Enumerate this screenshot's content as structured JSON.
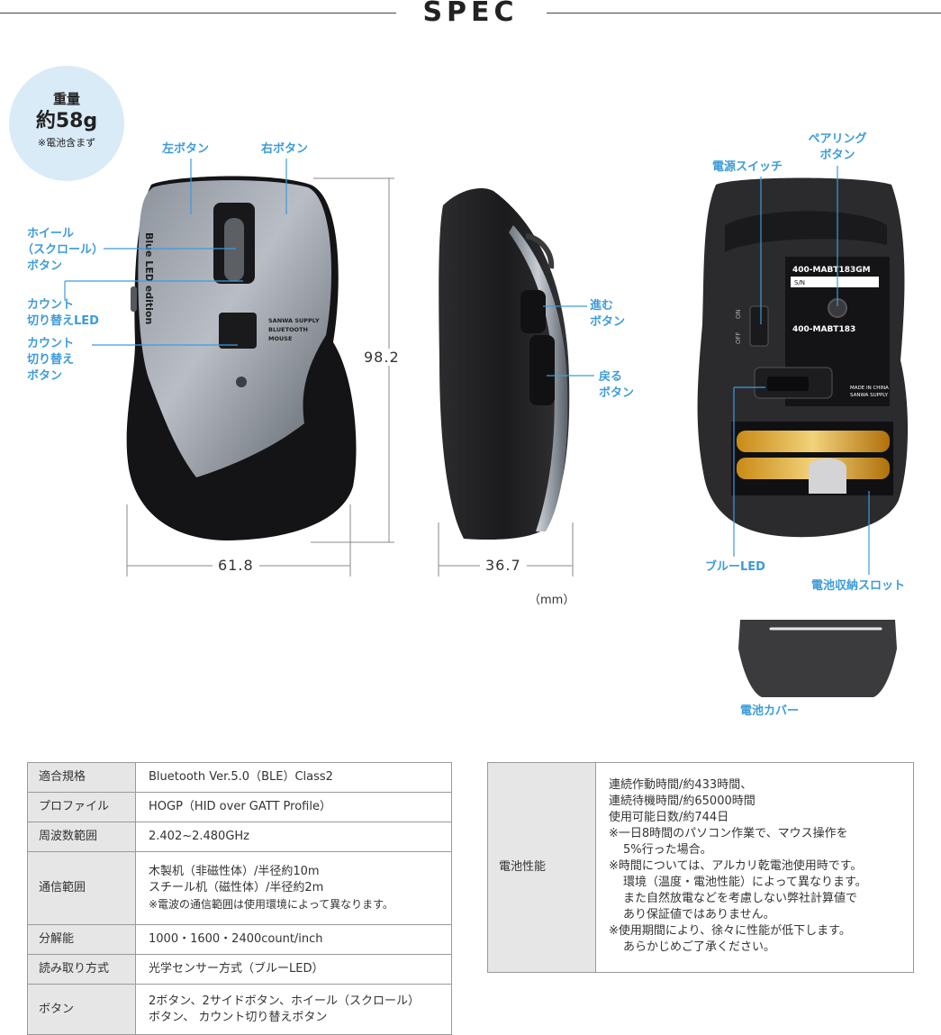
{
  "header": {
    "title": "SPEC"
  },
  "weight": {
    "label": "重量",
    "value": "約58g",
    "note": "※電池含まず"
  },
  "labels": {
    "left_button": "左ボタン",
    "right_button": "右ボタン",
    "wheel": [
      "ホイール",
      "（スクロール）",
      "ボタン"
    ],
    "count_led": [
      "カウント",
      "切り替えLED"
    ],
    "count_button": [
      "カウント",
      "切り替え",
      "ボタン"
    ],
    "forward": [
      "進む",
      "ボタン"
    ],
    "back": [
      "戻る",
      "ボタン"
    ],
    "power_switch": "電源スイッチ",
    "pairing": [
      "ペアリング",
      "ボタン"
    ],
    "blue_led": "ブルーLED",
    "battery_slot": "電池収納スロット",
    "battery_cover": "電池カバー"
  },
  "mouse_print": {
    "side_text": "Blue LED edition",
    "brand": [
      "SANWA SUPPLY",
      "BLUETOOTH",
      "MOUSE"
    ],
    "model1": "400-MABT183GM",
    "sn": "S/N",
    "model2": "400-MABT183",
    "made_in": [
      "MADE IN CHINA",
      "SANWA SUPPLY"
    ],
    "switch": [
      "OFF",
      "ON"
    ]
  },
  "dimensions": {
    "height": "98.2",
    "width": "61.8",
    "depth": "36.7",
    "unit": "（mm）"
  },
  "colors": {
    "accent": "#3d9bd9",
    "badge_bg": "#d9ebf7",
    "header_cell": "#e6e6e6"
  },
  "spec_table": [
    {
      "key": "適合規格",
      "value": [
        "Bluetooth Ver.5.0（BLE）Class2"
      ]
    },
    {
      "key": "プロファイル",
      "value": [
        "HOGP（HID over GATT Profile）"
      ]
    },
    {
      "key": "周波数範囲",
      "value": [
        "2.402~2.480GHz"
      ]
    },
    {
      "key": "通信範囲",
      "value": [
        "木製机（非磁性体）/半径約10m",
        "スチール机（磁性体）/半径約2m",
        "※電波の通信範囲は使用環境によって異なります。"
      ]
    },
    {
      "key": "分解能",
      "value": [
        "1000・1600・2400count/inch"
      ]
    },
    {
      "key": "読み取り方式",
      "value": [
        "光学センサー方式（ブルーLED）"
      ]
    },
    {
      "key": "ボタン",
      "value": [
        "2ボタン、2サイドボタン、ホイール（スクロール）",
        "ボタン、 カウント切り替えボタン"
      ]
    }
  ],
  "battery_table": {
    "key": "電池性能",
    "value": [
      "連続作動時間/約433時間、",
      "連続待機時間/約65000時間",
      "使用可能日数/約744日",
      "※一日8時間のパソコン作業で、マウス操作を",
      "5%行った場合。",
      "※時間については、アルカリ乾電池使用時です。",
      "環境（温度・電池性能）によって異なります。",
      "また自然放電などを考慮しない弊社計算値で",
      "あり保証値ではありません。",
      "※使用期間により、徐々に性能が低下します。",
      "あらかじめご了承ください。"
    ]
  }
}
